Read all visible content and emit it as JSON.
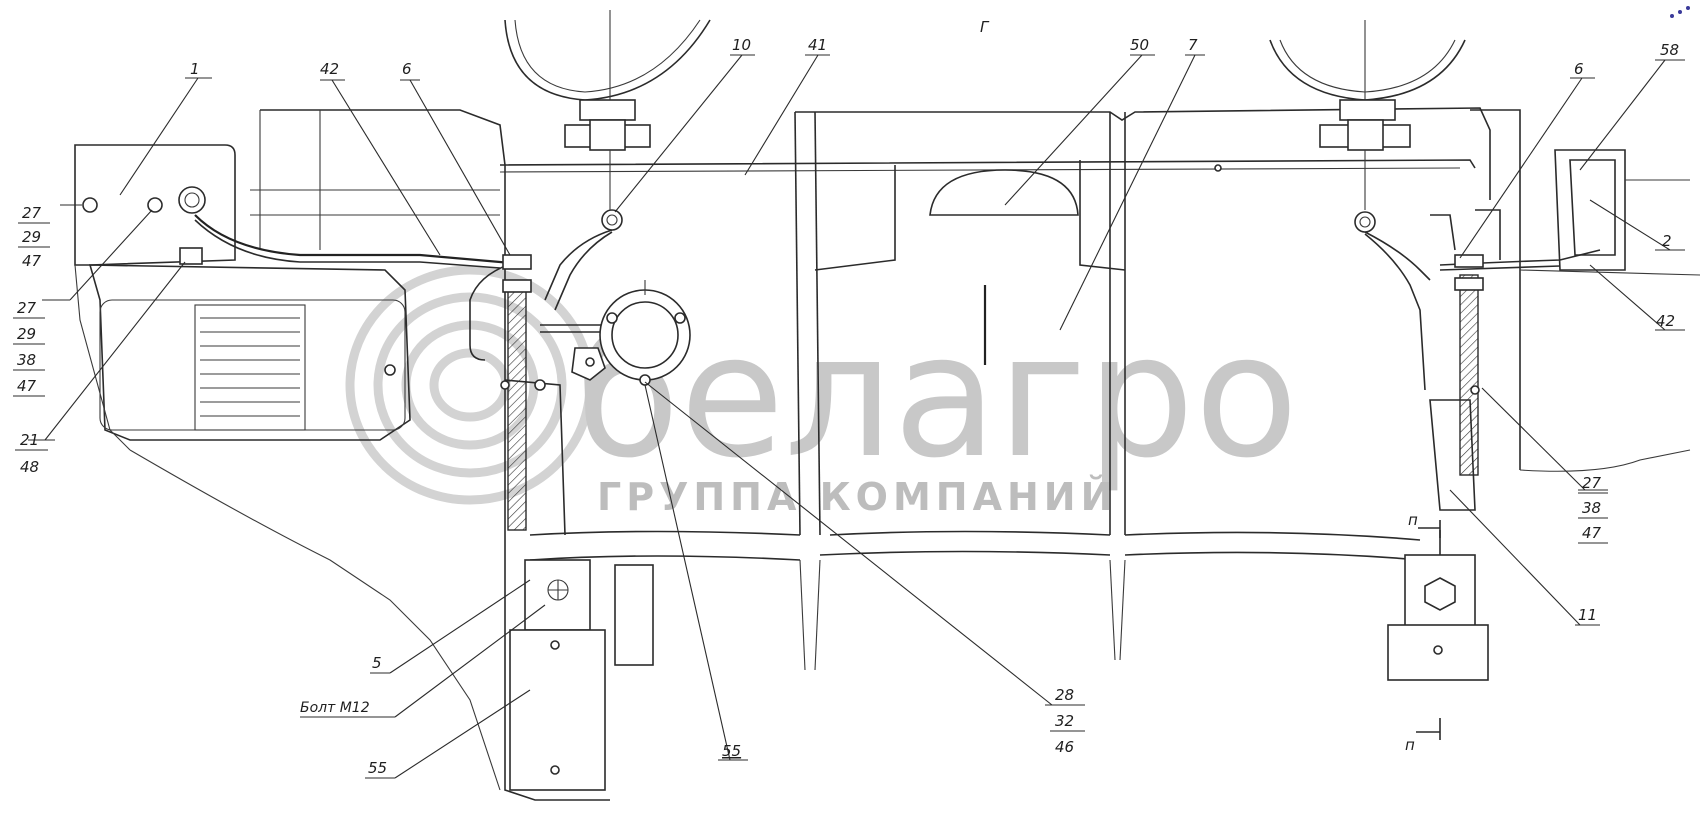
{
  "view_label": "Г",
  "section_marks": [
    "п",
    "п"
  ],
  "callouts": {
    "c1": "1",
    "c2": "2",
    "c5": "5",
    "c6_left": "6",
    "c6_right": "6",
    "c7": "7",
    "c10": "10",
    "c11": "11",
    "c41": "41",
    "c42_left": "42",
    "c42_right": "42",
    "c50": "50",
    "c55": "55",
    "c55u": "55",
    "c58": "58",
    "bolt": "Болт М12"
  },
  "stacks": {
    "s_left_top": [
      "27",
      "29",
      "47"
    ],
    "s_left_mid": [
      "27",
      "29",
      "38",
      "47"
    ],
    "s_left_bot": [
      "21",
      "48"
    ],
    "s_center": [
      "28",
      "32",
      "46"
    ],
    "s_right": [
      "27",
      "38",
      "47"
    ]
  },
  "watermark": {
    "brand": "белагро",
    "tagline": "ГРУППА КОМПАНИЙ"
  }
}
